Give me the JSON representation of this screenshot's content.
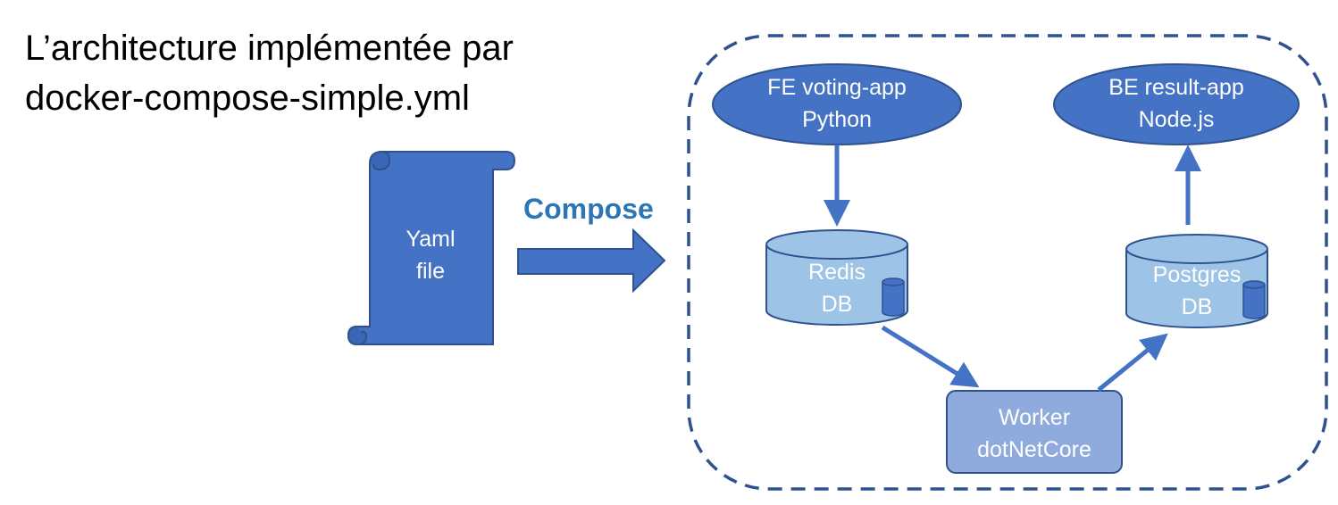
{
  "title": {
    "line1": "L’architecture implémentée par",
    "line2": "docker-compose-simple.yml"
  },
  "yaml": {
    "line1": "Yaml",
    "line2": "file"
  },
  "compose_label": "Compose",
  "nodes": {
    "frontend": {
      "line1": "FE voting-app",
      "line2": "Python"
    },
    "backend": {
      "line1": "BE result-app",
      "line2": "Node.js"
    },
    "redis": {
      "line1": "Redis",
      "line2": "DB"
    },
    "postgres": {
      "line1": "Postgres",
      "line2": "DB"
    },
    "worker": {
      "line1": "Worker",
      "line2": "dotNetCore"
    }
  },
  "colors": {
    "primary": "#4472c4",
    "db_fill": "#9dc3e6",
    "worker_fill": "#8faadc",
    "border": "#2f528f",
    "compose_text": "#2e75b6"
  }
}
